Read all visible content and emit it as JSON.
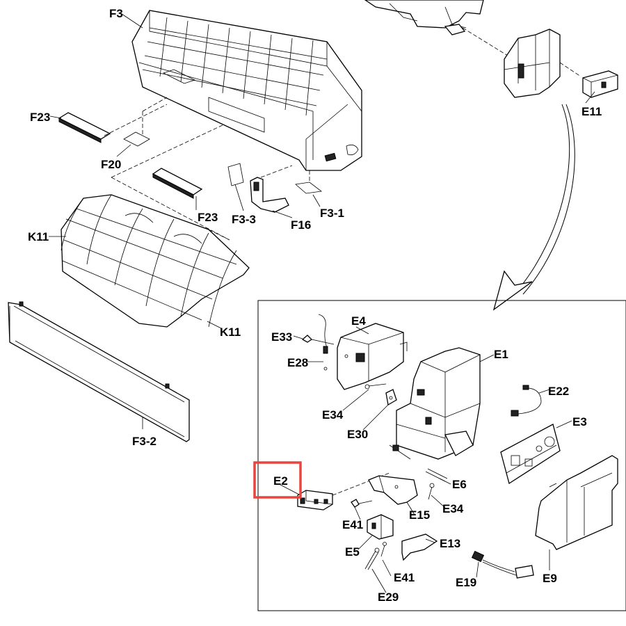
{
  "diagram": {
    "labels": {
      "F3": "F3",
      "E11": "E11",
      "F23_a": "F23",
      "F20": "F20",
      "F23_b": "F23",
      "F3_3": "F3-3",
      "F16": "F16",
      "F3_1": "F3-1",
      "K11_a": "K11",
      "K11_b": "K11",
      "F3_2": "F3-2",
      "E4": "E4",
      "E33": "E33",
      "E28": "E28",
      "E1": "E1",
      "E22": "E22",
      "E34_a": "E34",
      "E30": "E30",
      "E3": "E3",
      "E2": "E2",
      "E6": "E6",
      "E15": "E15",
      "E34_b": "E34",
      "E41_a": "E41",
      "E5": "E5",
      "E13": "E13",
      "E41_b": "E41",
      "E19": "E19",
      "E9": "E9",
      "E29": "E29"
    },
    "highlight": {
      "part": "E2",
      "color": "#e8453c"
    },
    "colors": {
      "line": "#000000",
      "background": "#ffffff"
    }
  }
}
